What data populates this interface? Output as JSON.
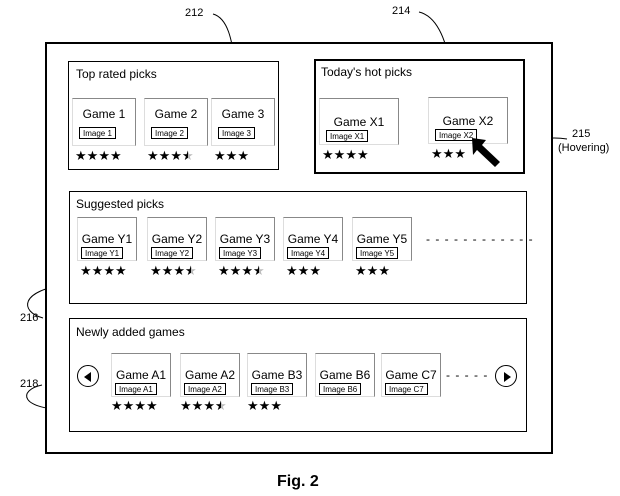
{
  "refs": {
    "r212": "212",
    "r214": "214",
    "r215": "215",
    "r215_note": "(Hovering)",
    "r216": "216",
    "r218": "218"
  },
  "panels": {
    "top_rated": {
      "title": "Top rated picks",
      "cards": [
        {
          "title": "Game 1",
          "image": "Image 1",
          "rating": 4
        },
        {
          "title": "Game 2",
          "image": "Image 2",
          "rating": 3.5
        },
        {
          "title": "Game 3",
          "image": "Image 3",
          "rating": 3
        }
      ]
    },
    "hot": {
      "title": "Today's hot picks",
      "cards": [
        {
          "title": "Game X1",
          "image": "Image X1",
          "rating": 4
        },
        {
          "title": "Game X2",
          "image": "Image X2",
          "rating": 3
        }
      ]
    },
    "suggested": {
      "title": "Suggested picks",
      "cards": [
        {
          "title": "Game Y1",
          "image": "Image Y1",
          "rating": 4
        },
        {
          "title": "Game Y2",
          "image": "Image Y2",
          "rating": 3.5
        },
        {
          "title": "Game Y3",
          "image": "Image Y3",
          "rating": 3.5
        },
        {
          "title": "Game Y4",
          "image": "Image Y4",
          "rating": 3
        },
        {
          "title": "Game Y5",
          "image": "Image Y5",
          "rating": 3
        }
      ],
      "more": "- - - - - - - - - - - -"
    },
    "new": {
      "title": "Newly added games",
      "cards": [
        {
          "title": "Game A1",
          "image": "Image A1",
          "rating": 4
        },
        {
          "title": "Game A2",
          "image": "Image A2",
          "rating": 3.5
        },
        {
          "title": "Game B3",
          "image": "Image B3",
          "rating": 3
        },
        {
          "title": "Game B6",
          "image": "Image B6",
          "rating": 0
        },
        {
          "title": "Game C7",
          "image": "Image C7",
          "rating": 0
        }
      ],
      "more": "- - - - -"
    }
  },
  "caption": "Fig. 2"
}
